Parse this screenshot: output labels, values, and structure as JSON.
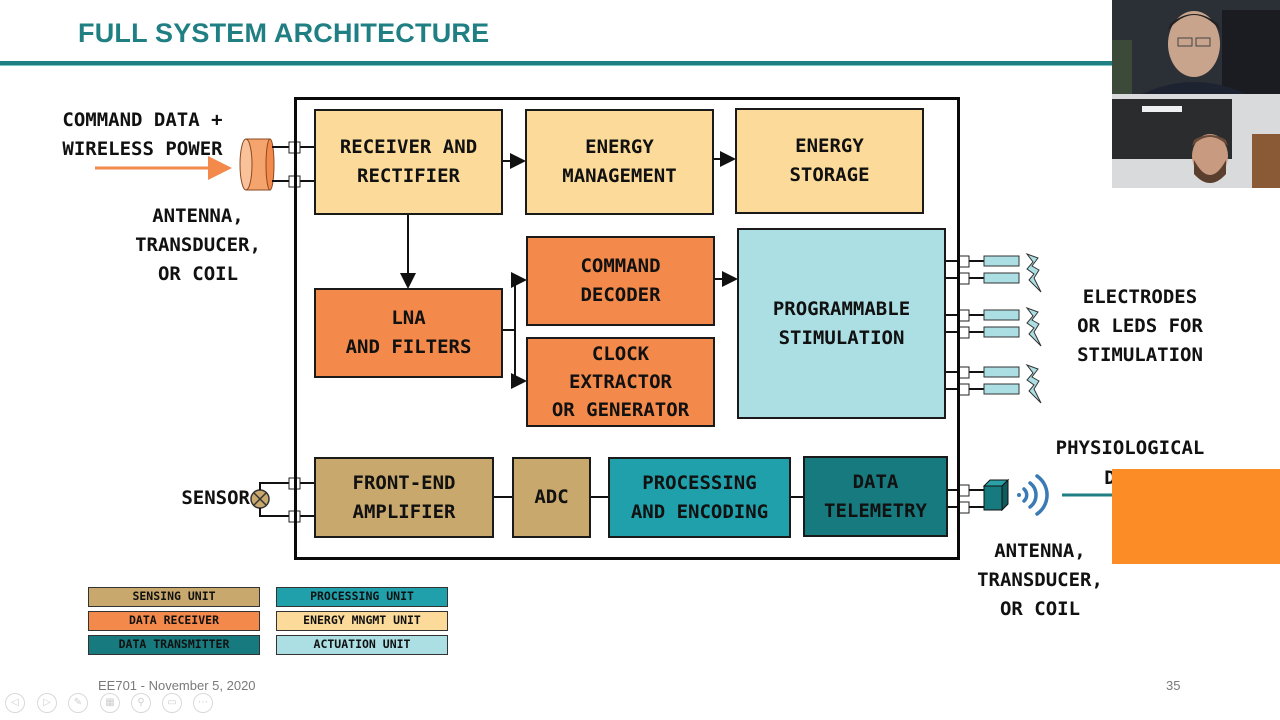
{
  "slide": {
    "title": "FULL SYSTEM ARCHITECTURE",
    "footer_text": "EE701 - November 5, 2020",
    "page_number": "35"
  },
  "colors": {
    "title": "#1f7f83",
    "energy_mngmt": "#fcdb9a",
    "data_receiver": "#f3894a",
    "actuation": "#acdfe4",
    "sensing": "#c8a86c",
    "processing": "#20a0aa",
    "data_transmitter": "#177a7e",
    "overlay_box": "#fb8c26"
  },
  "blocks": {
    "receiver_rectifier": "RECEIVER AND\nRECTIFIER",
    "energy_management": "ENERGY\nMANAGEMENT",
    "energy_storage": "ENERGY\nSTORAGE",
    "lna_filters": "LNA\nAND FILTERS",
    "command_decoder": "COMMAND\nDECODER",
    "clock_extractor": "CLOCK\nEXTRACTOR\nOR GENERATOR",
    "programmable_stimulation": "PROGRAMMABLE\nSTIMULATION",
    "front_end_amplifier": "FRONT-END\nAMPLIFIER",
    "adc": "ADC",
    "processing_encoding": "PROCESSING\nAND ENCODING",
    "data_telemetry": "DATA\nTELEMETRY"
  },
  "labels": {
    "command_input": "COMMAND DATA +\nWIRELESS POWER",
    "antenna_left": "ANTENNA,\nTRANSDUCER,\nOR COIL",
    "electrodes": "ELECTRODES\nOR LEDS FOR\nSTIMULATION",
    "sensor": "SENSOR",
    "physiological": "PHYSIOLOGICAL",
    "physiological_partial": "D",
    "antenna_right": "ANTENNA,\nTRANSDUCER,\nOR COIL"
  },
  "legend": [
    {
      "label": "SENSING UNIT",
      "color": "#c8a86c"
    },
    {
      "label": "PROCESSING UNIT",
      "color": "#20a0aa"
    },
    {
      "label": "DATA RECEIVER",
      "color": "#f3894a"
    },
    {
      "label": "ENERGY MNGMT UNIT",
      "color": "#fcdb9a"
    },
    {
      "label": "DATA TRANSMITTER",
      "color": "#177a7e"
    },
    {
      "label": "ACTUATION UNIT",
      "color": "#acdfe4"
    }
  ],
  "nav_icons": [
    "prev-icon",
    "next-icon",
    "pen-icon",
    "slides-icon",
    "zoom-icon",
    "subtitles-icon",
    "more-icon"
  ],
  "video_participants": [
    "participant-1",
    "participant-2"
  ]
}
